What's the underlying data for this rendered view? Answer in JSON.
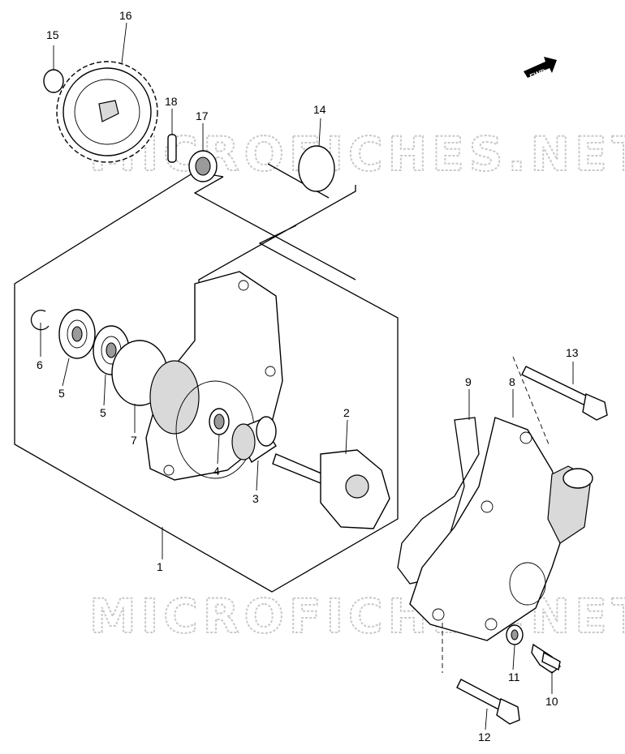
{
  "watermark": "MICROFICHES.NET",
  "fwd_label": "FWD",
  "callouts": [
    {
      "id": "c1",
      "text": "1"
    },
    {
      "id": "c2",
      "text": "2"
    },
    {
      "id": "c3",
      "text": "3"
    },
    {
      "id": "c4",
      "text": "4"
    },
    {
      "id": "c5a",
      "text": "5"
    },
    {
      "id": "c5b",
      "text": "5"
    },
    {
      "id": "c6",
      "text": "6"
    },
    {
      "id": "c7",
      "text": "7"
    },
    {
      "id": "c8",
      "text": "8"
    },
    {
      "id": "c9",
      "text": "9"
    },
    {
      "id": "c10",
      "text": "10"
    },
    {
      "id": "c11",
      "text": "11"
    },
    {
      "id": "c12",
      "text": "12"
    },
    {
      "id": "c13",
      "text": "13"
    },
    {
      "id": "c14",
      "text": "14"
    },
    {
      "id": "c15",
      "text": "15"
    },
    {
      "id": "c16",
      "text": "16"
    },
    {
      "id": "c17",
      "text": "17"
    },
    {
      "id": "c18",
      "text": "18"
    }
  ]
}
